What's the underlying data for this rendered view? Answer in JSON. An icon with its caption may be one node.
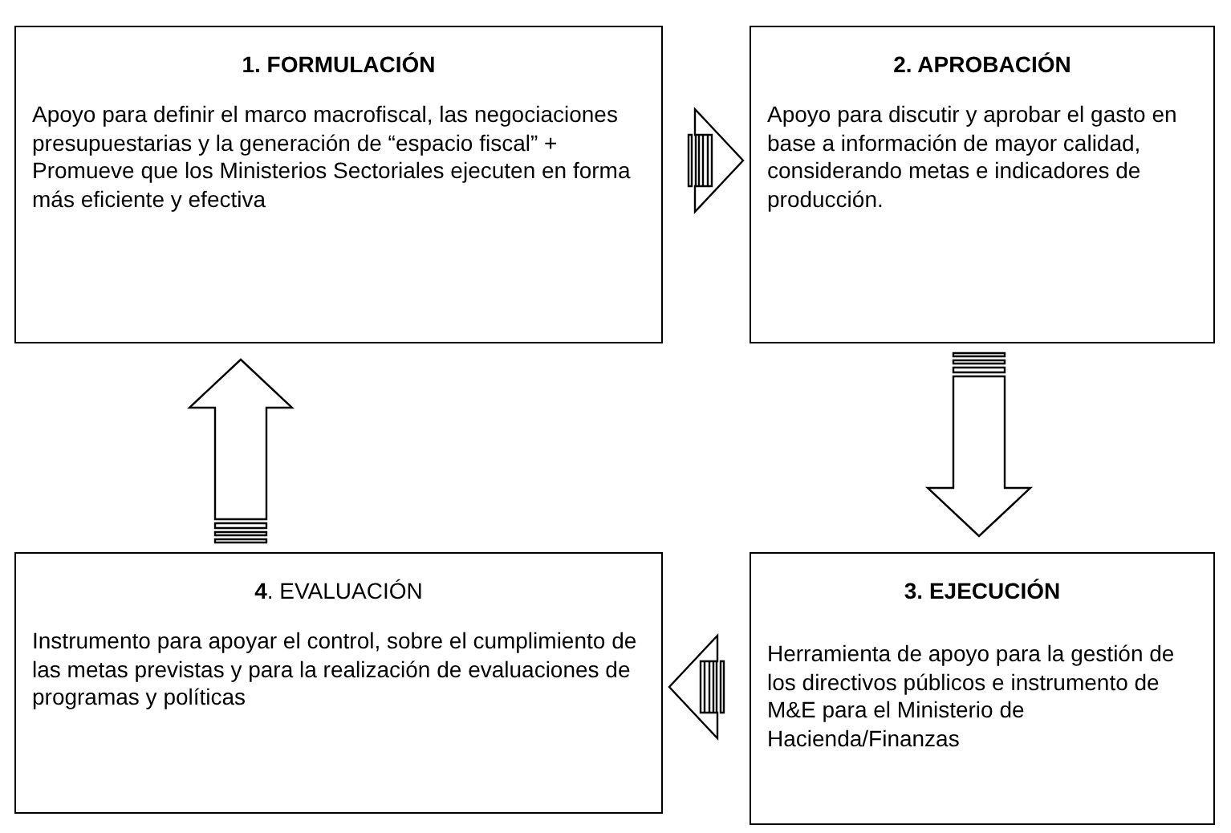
{
  "diagram": {
    "nodes": [
      {
        "text": [
          "1. FORMULACIÓN",
          "Apoyo para definir el marco macrofiscal, las negociaciones presupuestarias y la generación de “espacio fiscal” + Promueve que los Ministerios Sectoriales ejecuten en forma más eficiente y efectiva"
        ]
      },
      {
        "text": [
          "2. APROBACIÓN",
          "Apoyo para discutir y aprobar el gasto en base a información de mayor calidad, considerando metas e indicadores de producción."
        ]
      },
      {
        "text": [
          "3. EJECUCIÓN",
          "Herramienta de apoyo para la gestión de los directivos públicos e instrumento de M&E para el Ministerio de Hacienda/Finanzas"
        ]
      },
      {
        "text": [
          "**4**. EVALUACIÓN",
          "Instrumento para apoyar el control, sobre el cumplimiento de las metas previstas y para la realización de evaluaciones de programas y políticas"
        ]
      }
    ],
    "edges": [
      {
        "from": 0,
        "to": 1,
        "arrow": "to"
      },
      {
        "from": 1,
        "to": 2,
        "arrow": "to"
      },
      {
        "from": 2,
        "to": 3,
        "arrow": "to"
      },
      {
        "from": 3,
        "to": 0,
        "arrow": "to"
      }
    ]
  }
}
